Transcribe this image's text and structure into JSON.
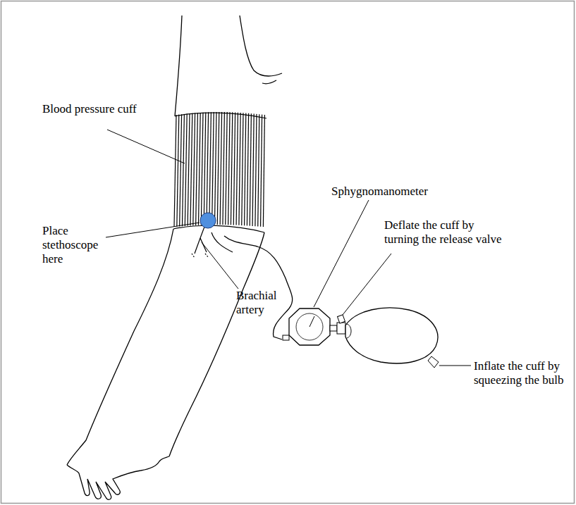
{
  "diagram": {
    "labels": [
      "Blood pressure cuff",
      "Sphygnomanometer",
      "Place stethoscope here",
      "Deflate the cuff by turning the release valve",
      "Brachial artery",
      "Inflate the cuff by squeezing the bulb"
    ]
  }
}
